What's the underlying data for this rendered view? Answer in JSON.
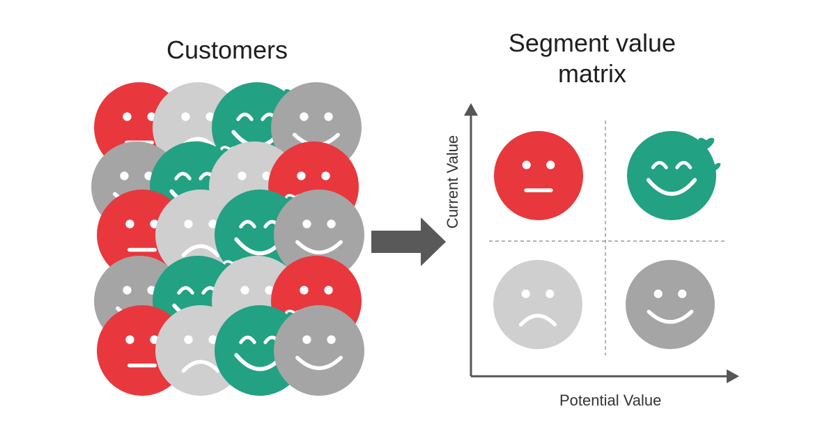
{
  "left_panel": {
    "title": "Customers"
  },
  "right_panel": {
    "title_line1": "Segment value",
    "title_line2": "matrix",
    "x_axis_label": "Potential Value",
    "y_axis_label": "Current Value"
  },
  "colors": {
    "red": "#e8383d",
    "green": "#22a183",
    "light_gray": "#cfcfcf",
    "gray": "#a5a5a5",
    "arrow": "#595959",
    "axis": "#555555",
    "divider": "#9a9a9a"
  },
  "faces": {
    "neutral": "neutral-face-icon",
    "happy_love": "happy-heart-face-icon",
    "sad": "sad-face-icon",
    "smile": "smile-face-icon"
  },
  "matrix": {
    "top_left": "neutral",
    "top_right": "happy_love",
    "bottom_left": "sad",
    "bottom_right": "smile"
  },
  "crowd_rows": [
    [
      "neutral",
      "sad",
      "happy_love",
      "smile"
    ],
    [
      "smile",
      "happy_love",
      "sad",
      "neutral"
    ],
    [
      "neutral",
      "sad",
      "happy_love",
      "smile"
    ],
    [
      "smile",
      "happy_love",
      "sad",
      "neutral"
    ],
    [
      "neutral",
      "sad",
      "happy_love",
      "smile"
    ]
  ]
}
